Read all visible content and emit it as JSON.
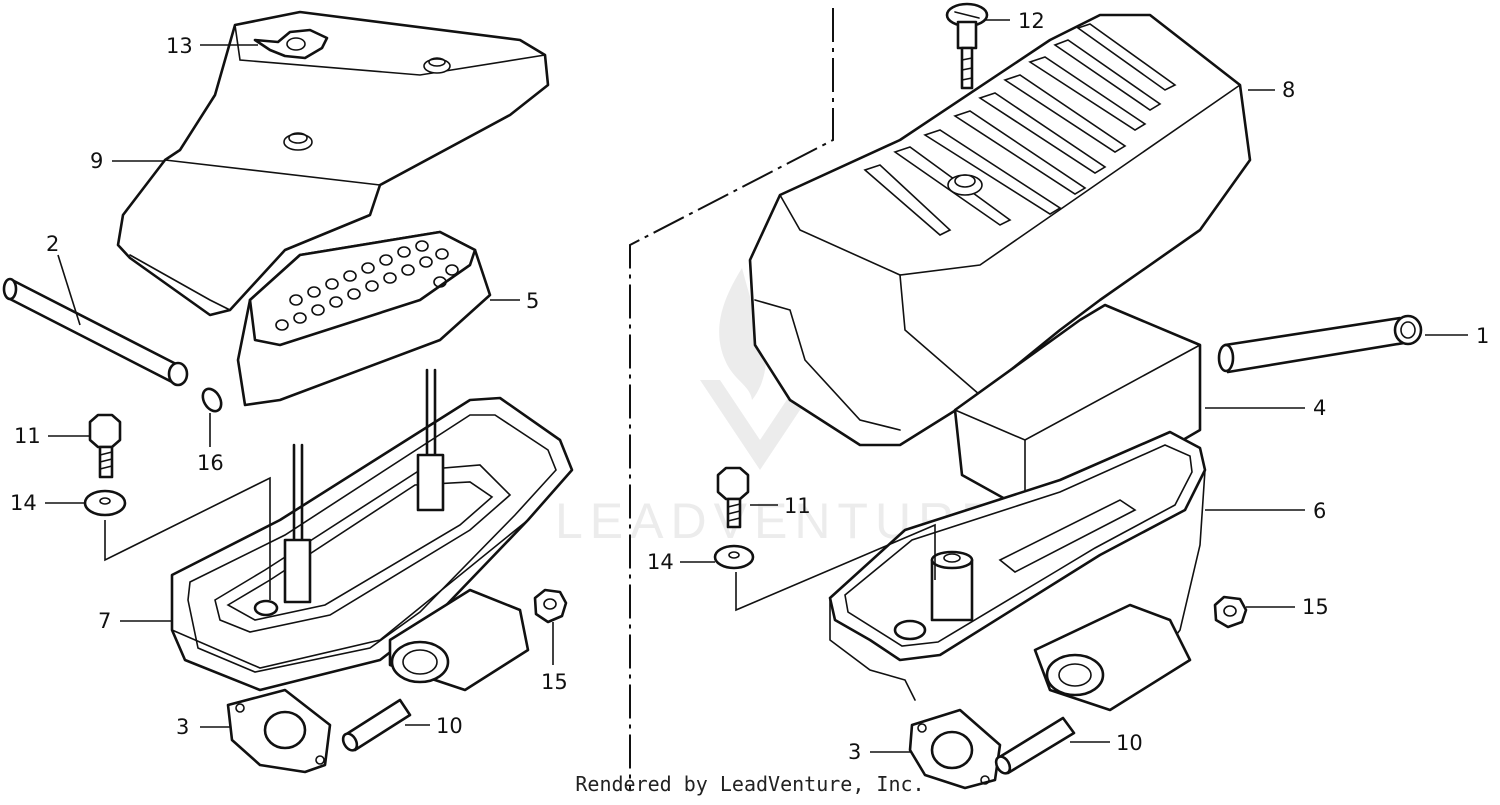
{
  "watermark": {
    "text": "LEADVENTURE"
  },
  "footer": {
    "text": "Rendered by LeadVenture, Inc."
  },
  "callouts": {
    "c1": "1",
    "c2": "2",
    "c3_left": "3",
    "c3_right": "3",
    "c4": "4",
    "c5": "5",
    "c6": "6",
    "c7": "7",
    "c8": "8",
    "c9": "9",
    "c10_left": "10",
    "c10_right": "10",
    "c11_left": "11",
    "c11_right": "11",
    "c12": "12",
    "c13": "13",
    "c14_left": "14",
    "c14_right": "14",
    "c15_left": "15",
    "c15_right": "15",
    "c16": "16"
  }
}
